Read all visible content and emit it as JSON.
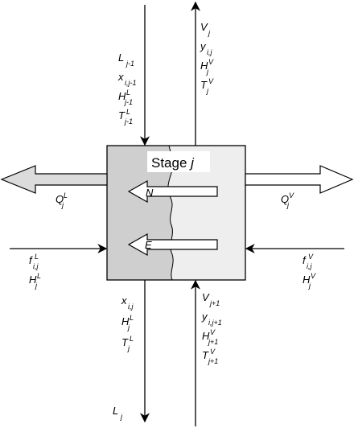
{
  "stage": {
    "title": "Stage ",
    "index": "j"
  },
  "interface_flux": {
    "mass": "N",
    "energy": "E"
  },
  "top_left_inflow": [
    {
      "base": "L",
      "sup": "",
      "sub": "j-1"
    },
    {
      "base": "x",
      "sup": "",
      "sub": "i,j-1"
    },
    {
      "base": "H",
      "sup": "L",
      "sub": "j-1"
    },
    {
      "base": "T",
      "sup": "L",
      "sub": "j-1"
    }
  ],
  "top_right_outflow": [
    {
      "base": "V",
      "sup": "",
      "sub": "j"
    },
    {
      "base": "y",
      "sup": "",
      "sub": "i,j"
    },
    {
      "base": "H",
      "sup": "V",
      "sub": "j"
    },
    {
      "base": "T",
      "sup": "V",
      "sub": "j"
    }
  ],
  "heat_left": {
    "base": "Q",
    "sup": "L",
    "sub": "j"
  },
  "heat_right": {
    "base": "Q",
    "sup": "V",
    "sub": "j"
  },
  "feed_left": [
    {
      "base": "f",
      "sup": "L",
      "sub": "i,j"
    },
    {
      "base": "H",
      "sup": "L",
      "sub": "j"
    }
  ],
  "feed_right": [
    {
      "base": "f",
      "sup": "V",
      "sub": "i,j"
    },
    {
      "base": "H",
      "sup": "V",
      "sub": "j"
    }
  ],
  "bottom_left_outflow": [
    {
      "base": "x",
      "sup": "",
      "sub": "i,j"
    },
    {
      "base": "H",
      "sup": "L",
      "sub": "j"
    },
    {
      "base": "T",
      "sup": "L",
      "sub": "j"
    }
  ],
  "bottom_left_flow": {
    "base": "L",
    "sup": "",
    "sub": "j"
  },
  "bottom_right_inflow": [
    {
      "base": "V",
      "sup": "",
      "sub": "j+1"
    },
    {
      "base": "y",
      "sup": "",
      "sub": "i,j+1"
    },
    {
      "base": "H",
      "sup": "V",
      "sub": "j+1"
    },
    {
      "base": "T",
      "sup": "V",
      "sub": "j+1"
    }
  ],
  "colors": {
    "liquid_phase": "#cfcfcf",
    "vapor_phase": "#eeeeee",
    "outline": "#000000",
    "arrow_fill": "#ffffff",
    "heat_left_fill": "#dcdcdc"
  }
}
